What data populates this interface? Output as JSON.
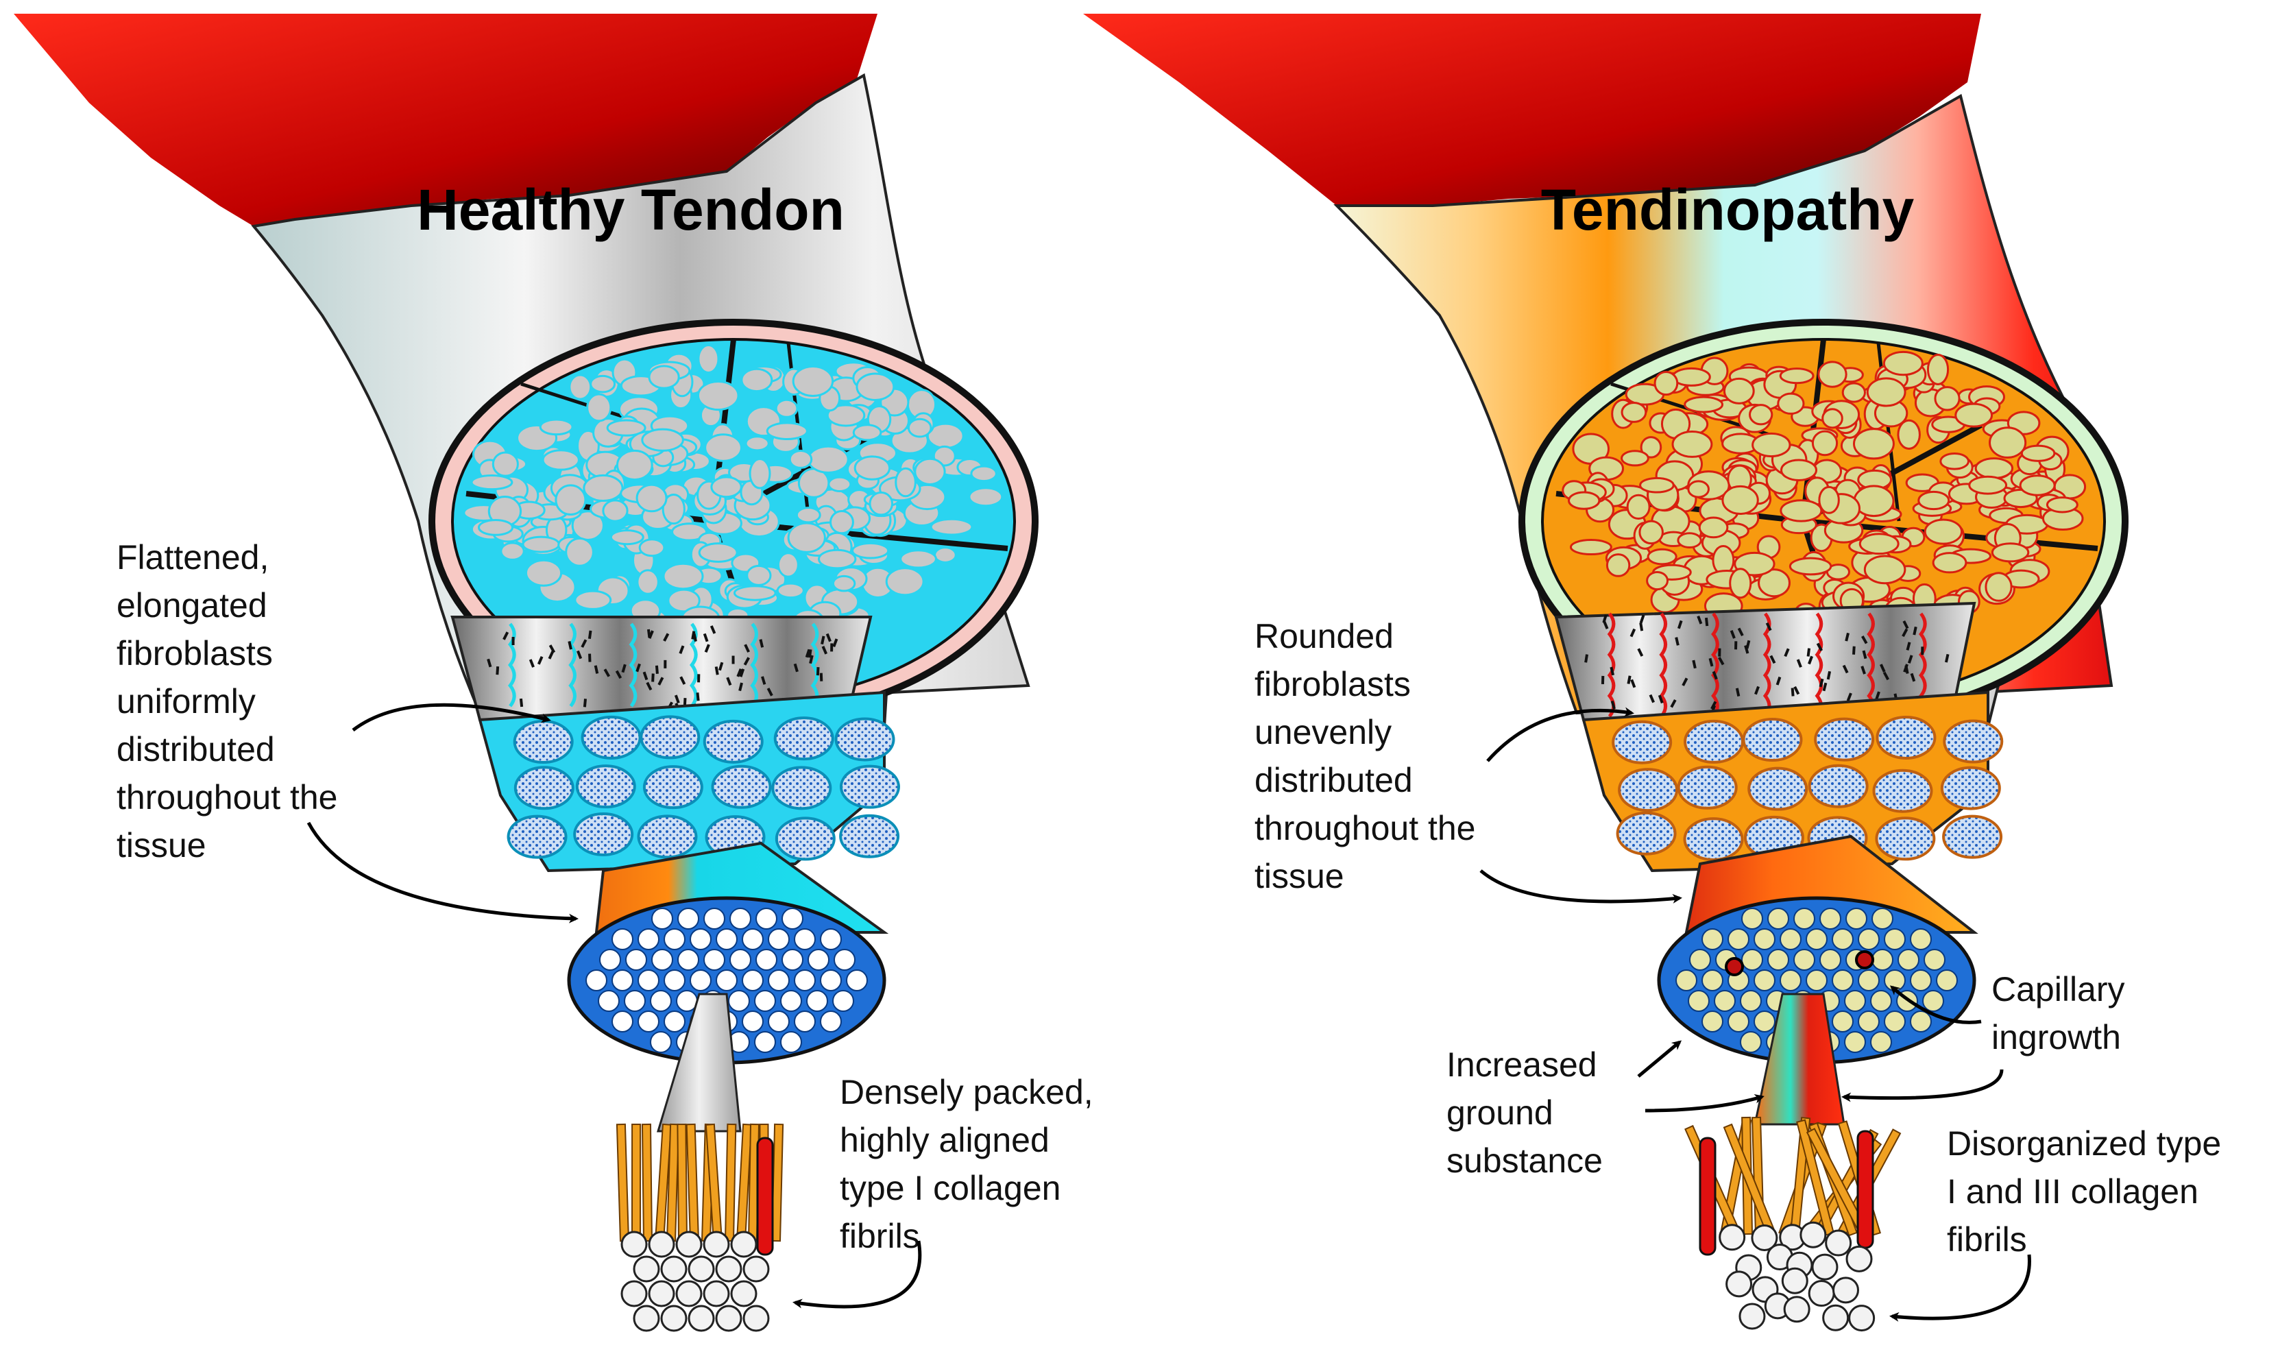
{
  "panels": {
    "healthy": {
      "title": "Healthy Tendon",
      "fibroblast_note": [
        "Flattened,",
        "elongated",
        "fibroblasts",
        "uniformly",
        "distributed",
        "throughout the",
        "tissue"
      ],
      "collagen_note": [
        "Densely packed,",
        "highly aligned",
        "type I collagen",
        "fibrils"
      ]
    },
    "tendinopathy": {
      "title": "Tendinopathy",
      "fibroblast_note": [
        "Rounded",
        "fibroblasts",
        "unevenly",
        "distributed",
        "throughout the",
        "tissue"
      ],
      "ground_note": [
        "Increased",
        "ground",
        "substance"
      ],
      "capillary_note": [
        "Capillary",
        "ingrowth"
      ],
      "collagen_note": [
        "Disorganized type",
        "I and III collagen",
        "fibrils"
      ]
    }
  },
  "colors": {
    "muscle_red": "#d81010",
    "healthy_fascicle": "#2ad4f0",
    "healthy_sheath": "#f7c9c4",
    "diseased_fascicle": "#f79a0f",
    "diseased_sheath": "#d5f5d0",
    "fiber_fill": "#c8c8c8",
    "blue_bundle": "#1f6fd6",
    "collagen_orange": "#f0a020"
  }
}
